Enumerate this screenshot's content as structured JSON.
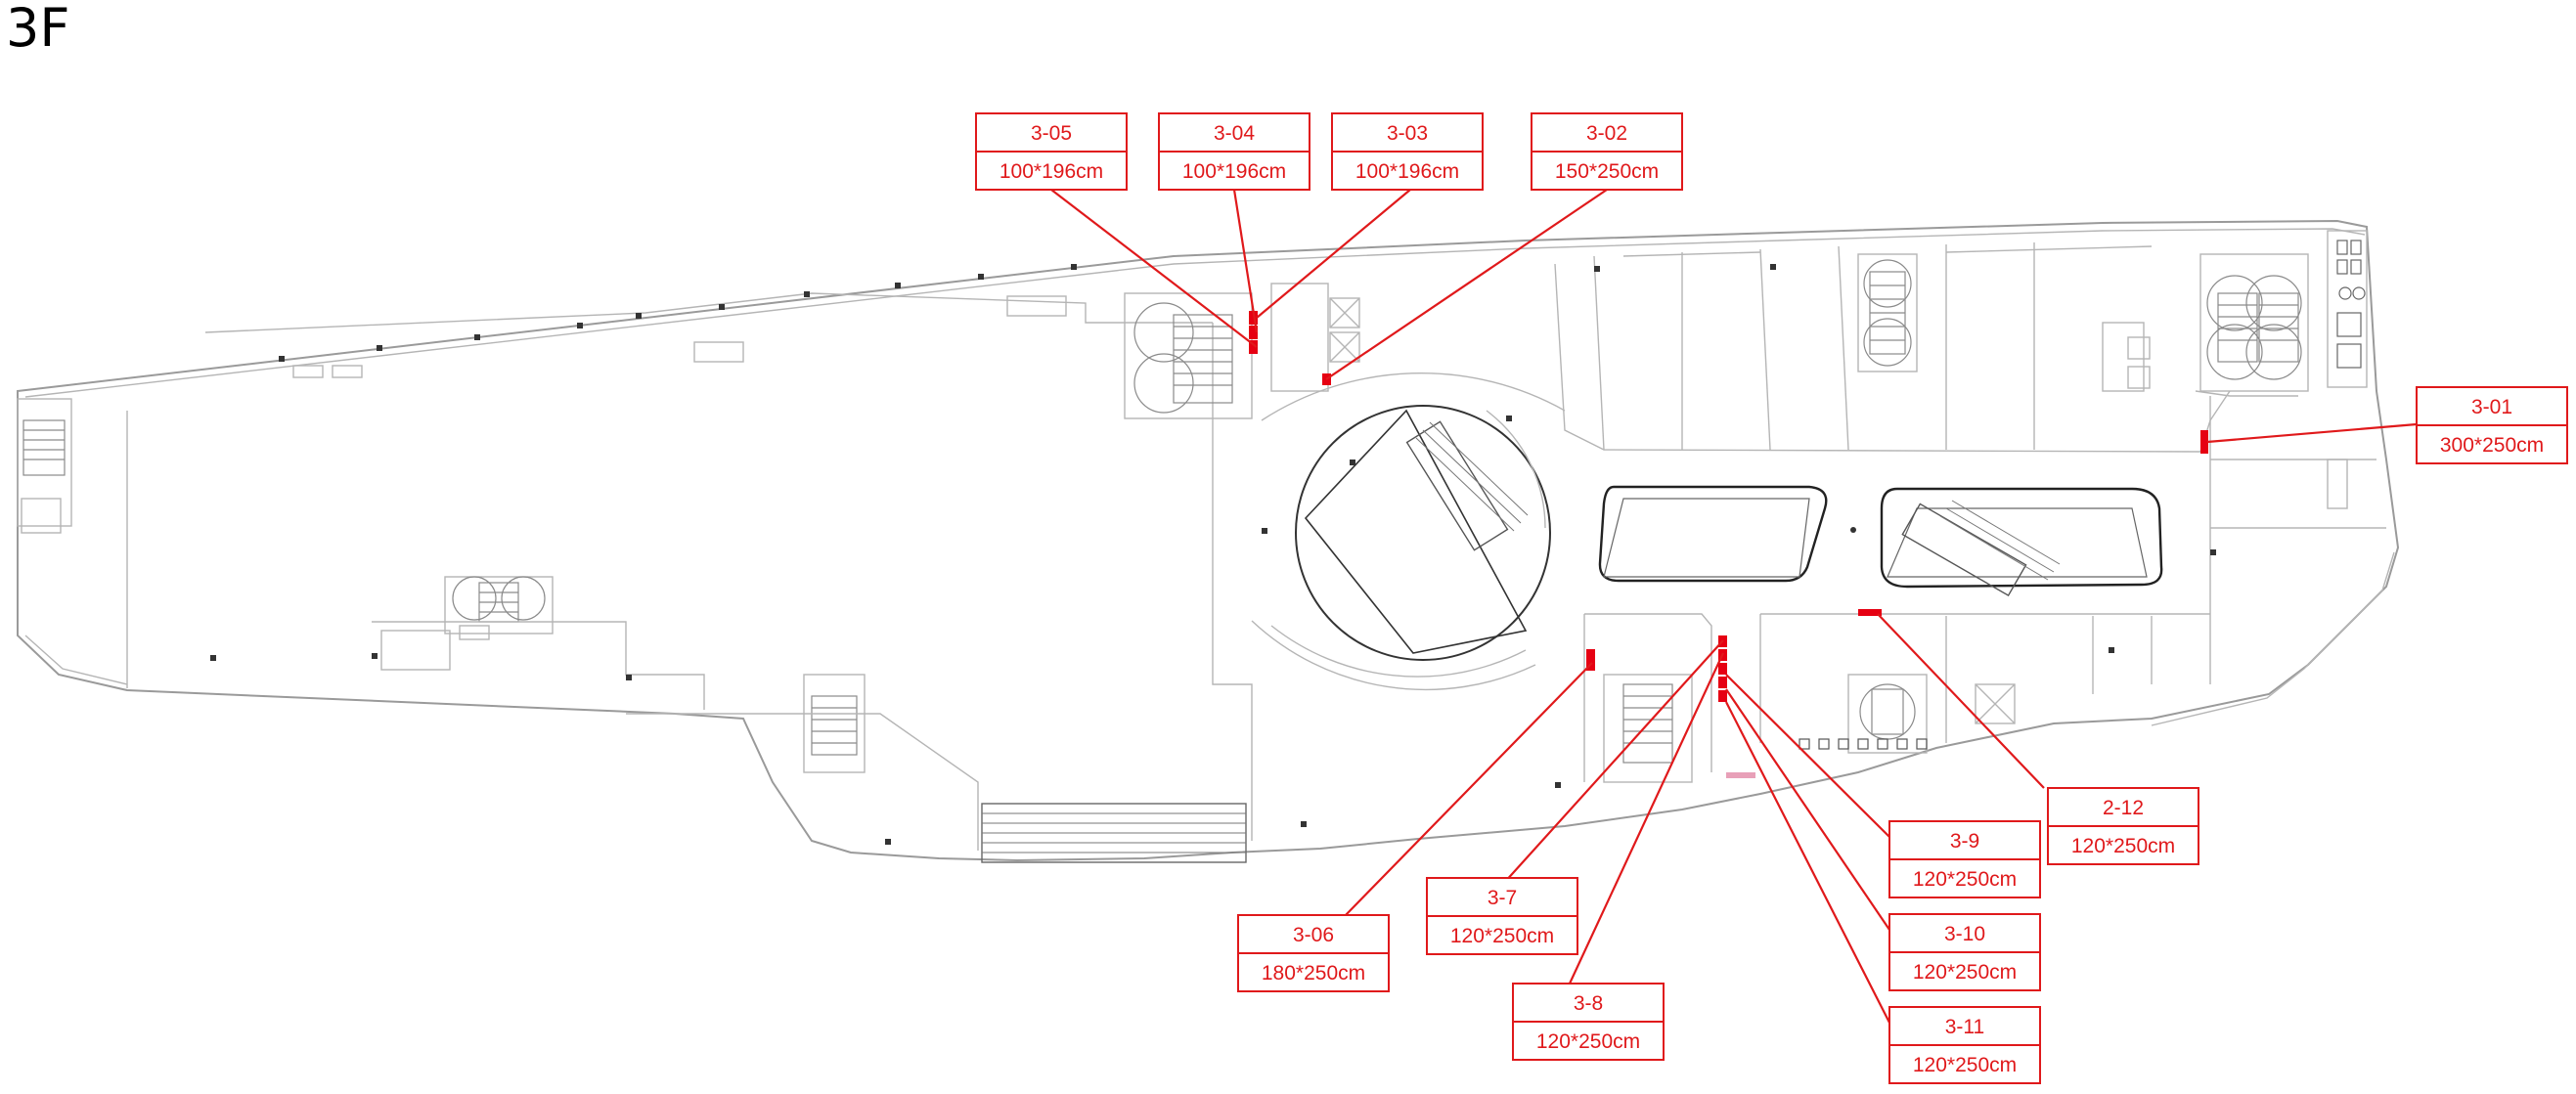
{
  "floor": "3F",
  "colors": {
    "accent": "#e0191b",
    "marker": "#e60012",
    "walls": "#9a9a9a"
  },
  "labels": [
    {
      "id": "3-05",
      "size": "100*196cm"
    },
    {
      "id": "3-04",
      "size": "100*196cm"
    },
    {
      "id": "3-03",
      "size": "100*196cm"
    },
    {
      "id": "3-02",
      "size": "150*250cm"
    },
    {
      "id": "3-01",
      "size": "300*250cm"
    },
    {
      "id": "2-12",
      "size": "120*250cm"
    },
    {
      "id": "3-9",
      "size": "120*250cm"
    },
    {
      "id": "3-10",
      "size": "120*250cm"
    },
    {
      "id": "3-11",
      "size": "120*250cm"
    },
    {
      "id": "3-7",
      "size": "120*250cm"
    },
    {
      "id": "3-06",
      "size": "180*250cm"
    },
    {
      "id": "3-8",
      "size": "120*250cm"
    }
  ]
}
